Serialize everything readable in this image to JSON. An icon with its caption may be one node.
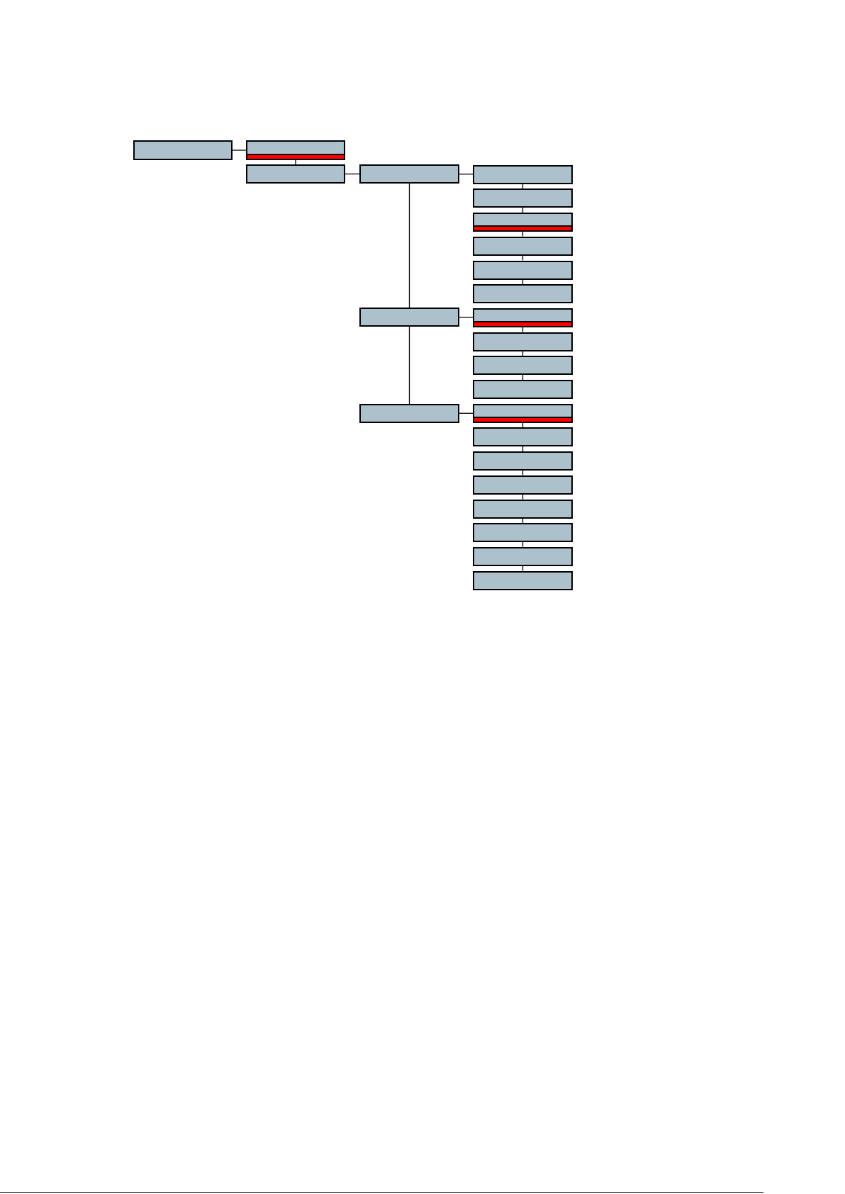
{
  "diagram": {
    "nodes": [
      {
        "text": [],
        "shape": "box"
      },
      {
        "text": [],
        "shape": "box"
      },
      {
        "text": [],
        "shape": "box"
      },
      {
        "text": [],
        "shape": "box"
      },
      {
        "text": [],
        "shape": "box"
      },
      {
        "text": [],
        "shape": "box"
      },
      {
        "text": [],
        "shape": "box"
      },
      {
        "text": [],
        "shape": "box"
      },
      {
        "text": [],
        "shape": "box"
      },
      {
        "text": [],
        "shape": "box"
      },
      {
        "text": [],
        "shape": "box"
      },
      {
        "text": [],
        "shape": "box"
      },
      {
        "text": [],
        "shape": "box"
      },
      {
        "text": [],
        "shape": "box"
      },
      {
        "text": [],
        "shape": "box"
      },
      {
        "text": [],
        "shape": "box"
      },
      {
        "text": [],
        "shape": "box"
      },
      {
        "text": [],
        "shape": "box"
      },
      {
        "text": [],
        "shape": "box"
      },
      {
        "text": [],
        "shape": "box"
      },
      {
        "text": [],
        "shape": "box"
      },
      {
        "text": [],
        "shape": "box"
      },
      {
        "text": [],
        "shape": "box"
      },
      {
        "text": [],
        "shape": "box"
      }
    ],
    "edges": [
      {
        "from": 0,
        "to": 1,
        "arrow": "none"
      },
      {
        "from": 1,
        "to": 2,
        "arrow": "none"
      },
      {
        "from": 2,
        "to": 3,
        "arrow": "none"
      },
      {
        "from": 3,
        "to": 6,
        "arrow": "none"
      },
      {
        "from": 3,
        "to": 4,
        "arrow": "none"
      },
      {
        "from": 4,
        "to": 5,
        "arrow": "none"
      },
      {
        "from": 4,
        "to": 12,
        "arrow": "none"
      },
      {
        "from": 5,
        "to": 16,
        "arrow": "none"
      },
      {
        "from": 6,
        "to": 7,
        "arrow": "none"
      },
      {
        "from": 7,
        "to": 8,
        "arrow": "none"
      },
      {
        "from": 8,
        "to": 9,
        "arrow": "none"
      },
      {
        "from": 9,
        "to": 10,
        "arrow": "none"
      },
      {
        "from": 10,
        "to": 11,
        "arrow": "none"
      },
      {
        "from": 12,
        "to": 13,
        "arrow": "none"
      },
      {
        "from": 13,
        "to": 14,
        "arrow": "none"
      },
      {
        "from": 14,
        "to": 15,
        "arrow": "none"
      },
      {
        "from": 16,
        "to": 17,
        "arrow": "none"
      },
      {
        "from": 17,
        "to": 18,
        "arrow": "none"
      },
      {
        "from": 18,
        "to": 19,
        "arrow": "none"
      },
      {
        "from": 19,
        "to": 20,
        "arrow": "none"
      },
      {
        "from": 20,
        "to": 21,
        "arrow": "none"
      },
      {
        "from": 21,
        "to": 22,
        "arrow": "none"
      },
      {
        "from": 22,
        "to": 23,
        "arrow": "none"
      }
    ]
  }
}
